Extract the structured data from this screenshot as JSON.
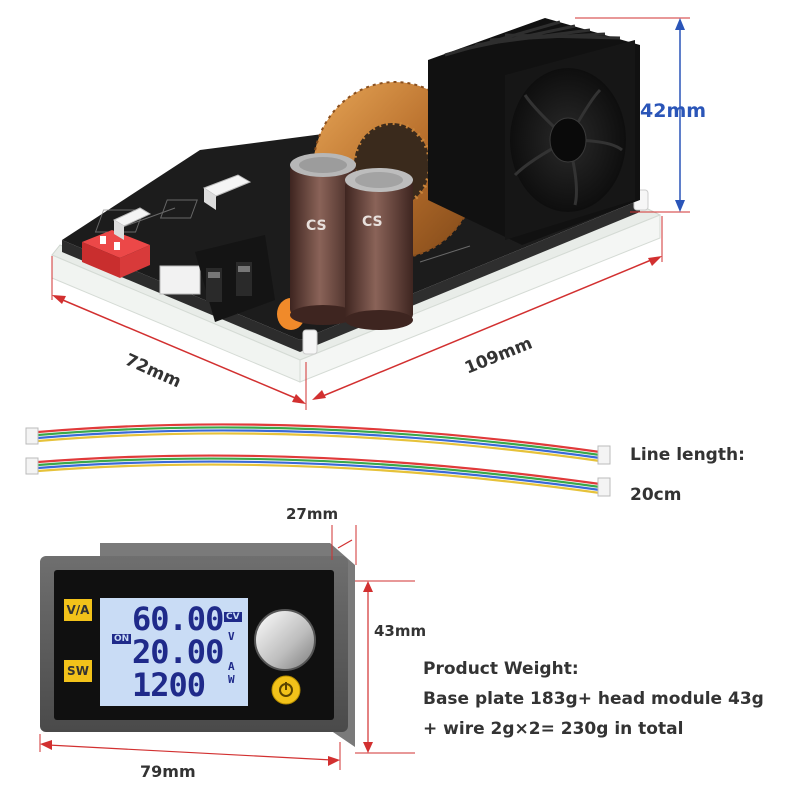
{
  "dimensions": {
    "height_fan": "42mm",
    "depth_board": "72mm",
    "length_board": "109mm",
    "module_depth": "27mm",
    "module_height": "43mm",
    "module_width": "79mm"
  },
  "cable": {
    "label": "Line length:",
    "value": "20cm"
  },
  "weight": {
    "title": "Product Weight:",
    "line1": "Base plate 183g+ head module 43g",
    "line2": "+ wire 2g×2= 230g in total"
  },
  "display": {
    "voltage": "60.00",
    "current": "20.00",
    "power": "1200",
    "unit_v": "V",
    "unit_a": "A",
    "unit_w": "W",
    "badge_cv": "CV",
    "badge_on": "ON",
    "btn_va": "V/A",
    "btn_sw": "SW"
  },
  "capacitor_text": "CS",
  "colors": {
    "dimension_line": "#d23030",
    "dimension_label_blue": "#2a55b8",
    "lcd_background": "#c9dcf5",
    "lcd_digits": "#1f2a8a",
    "button_yellow": "#f2c21a",
    "pcb": "#1c1c1c",
    "coil_copper": "#c8843a",
    "capacitor": "#5c3b33"
  }
}
